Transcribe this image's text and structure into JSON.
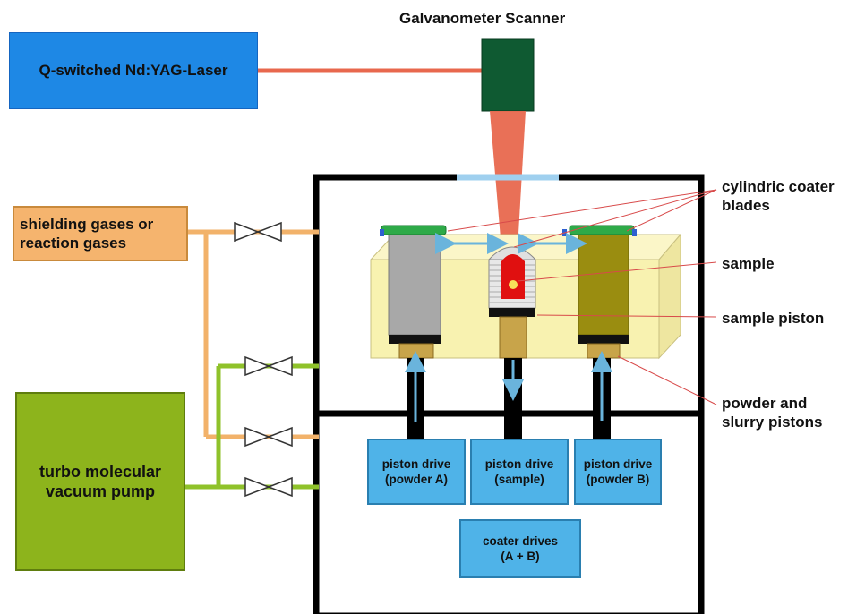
{
  "labels": {
    "scanner": "Galvanometer Scanner",
    "laser": "Q-switched Nd:YAG-Laser",
    "gases_line1": "shielding gases or",
    "gases_line2": "reaction gases",
    "pump_line1": "turbo molecular",
    "pump_line2": "vacuum pump",
    "coater_line1": "cylindric coater",
    "coater_line2": "blades",
    "sample": "sample",
    "sample_piston": "sample piston",
    "powder_line1": "powder and",
    "powder_line2": "slurry pistons",
    "drive_a_line1": "piston drive",
    "drive_a_line2": "(powder A)",
    "drive_s_line1": "piston drive",
    "drive_s_line2": "(sample)",
    "drive_b_line1": "piston drive",
    "drive_b_line2": "(powder B)",
    "coater_drives_line1": "coater drives",
    "coater_drives_line2": "(A + B)"
  },
  "colors": {
    "laser_box": "#1e88e5",
    "laser_beam": "#e8684e",
    "scanner": "#0f5a32",
    "gas_box": "#f5b46e",
    "gas_line": "#f2b26a",
    "pump_box": "#8db41c",
    "vacuum_line": "#8fc22a",
    "chamber_wall": "#000000",
    "window": "#9fd0ef",
    "build_platform": "#f8f2b0",
    "powder_a": "#a8a8a8",
    "powder_b": "#9a8d10",
    "sample": "#e01010",
    "coater_blade": "#2eaa48",
    "drive_box": "#4fb3e8",
    "arrow": "#6ab4dc",
    "leader_line": "#d84a4a"
  },
  "icons": [
    "valve-icon"
  ]
}
